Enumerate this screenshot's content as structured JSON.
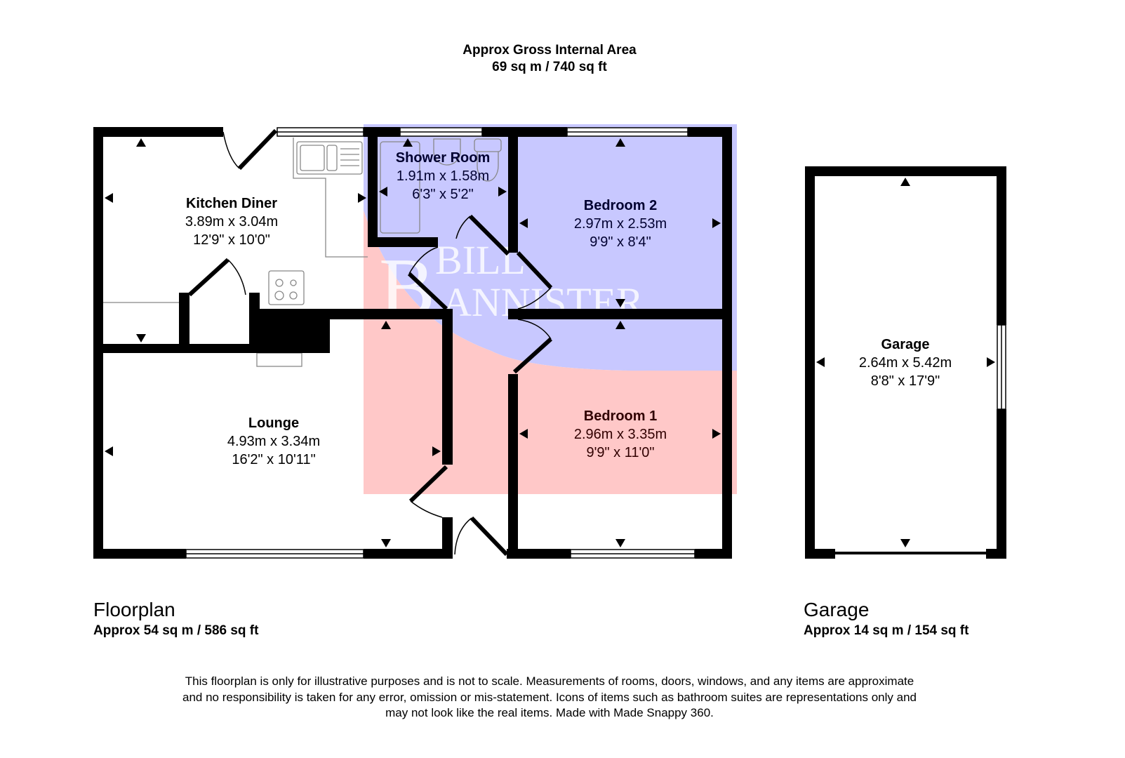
{
  "header": {
    "title": "Approx Gross Internal Area",
    "area": "69 sq m / 740 sq ft"
  },
  "rooms": [
    {
      "name": "Kitchen Diner",
      "metric": "3.89m x 3.04m",
      "imperial": "12'9\" x 10'0\""
    },
    {
      "name": "Shower Room",
      "metric": "1.91m x 1.58m",
      "imperial": "6'3\" x 5'2\""
    },
    {
      "name": "Bedroom 2",
      "metric": "2.97m x 2.53m",
      "imperial": "9'9\" x 8'4\""
    },
    {
      "name": "Lounge",
      "metric": "4.93m x 3.34m",
      "imperial": "16'2\" x 10'11\""
    },
    {
      "name": "Bedroom 1",
      "metric": "2.96m x 3.35m",
      "imperial": "9'9\" x 11'0\""
    },
    {
      "name": "Garage",
      "metric": "2.64m x 5.42m",
      "imperial": "8'8\" x 17'9\""
    }
  ],
  "sections": [
    {
      "name": "Floorplan",
      "area": "Approx 54 sq m / 586 sq ft"
    },
    {
      "name": "Garage",
      "area": "Approx 14 sq m / 154 sq ft"
    }
  ],
  "watermark": {
    "line1": "BILL",
    "line2": "BANNISTER",
    "colors": {
      "blue": "#c8c8ff",
      "red": "#ffc8c8"
    }
  },
  "disclaimer": {
    "line1": "This floorplan is only for illustrative purposes and is not to scale. Measurements of rooms, doors, windows, and any items are approximate",
    "line2": "and no responsibility is taken for any error, omission or mis-statement. Icons of items such as bathroom suites are representations only and",
    "line3": "may not look like the real items. Made with Made Snappy 360."
  },
  "colors": {
    "wall": "#000000",
    "fixture": "#888888"
  }
}
